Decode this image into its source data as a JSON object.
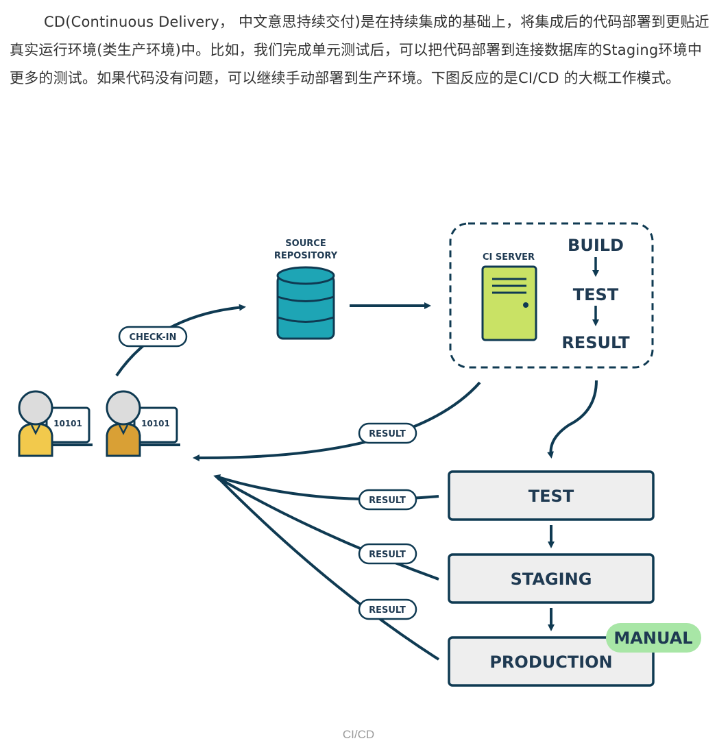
{
  "article": {
    "paragraph": "CD(Continuous Delivery， 中文意思持续交付)是在持续集成的基础上，将集成后的代码部署到更贴近真实运行环境(类生产环境)中。比如，我们完成单元测试后，可以把代码部署到连接数据库的Staging环境中更多的测试。如果代码没有问题，可以继续手动部署到生产环境。下图反应的是CI/CD 的大概工作模式。",
    "caption": "CI/CD"
  },
  "diagram": {
    "source_repository": [
      "SOURCE",
      "REPOSITORY"
    ],
    "ci_server": "CI SERVER",
    "build": "BUILD",
    "test": "TEST",
    "result": "RESULT",
    "check_in": "CHECK-IN",
    "binary": "10101",
    "result_label": "RESULT",
    "stages": [
      "TEST",
      "STAGING",
      "PRODUCTION"
    ],
    "manual": "MANUAL",
    "colors": {
      "navy": "#0f3a52",
      "teal": "#1ea5b5",
      "lime": "#c9e265",
      "stage_fill": "#eeeeee",
      "manual_fill": "#a8e6a6",
      "person_light": "#f2c94c",
      "person_dark": "#d9a035",
      "head": "#dcdcdc"
    }
  }
}
